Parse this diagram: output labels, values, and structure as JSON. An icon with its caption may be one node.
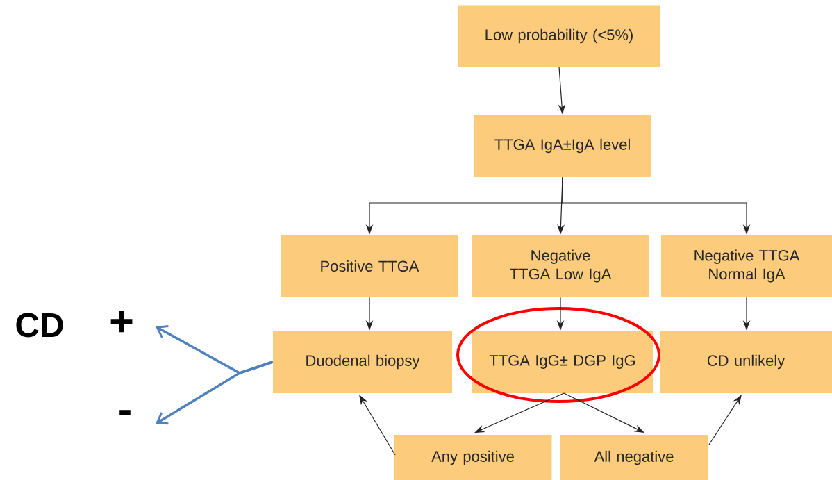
{
  "diagram": {
    "nodes": [
      {
        "text": [
          "Low probability (<5%)"
        ]
      },
      {
        "text": [
          "TTGA IgA±IgA level"
        ]
      },
      {
        "text": [
          "Positive TTGA"
        ]
      },
      {
        "text": [
          "Negative TTGA Low IgA"
        ]
      },
      {
        "text": [
          "Negative TTGA Normal IgA"
        ]
      },
      {
        "text": [
          "Duodenal biopsy"
        ]
      },
      {
        "text": [
          "TTGA IgG± DGP IgG"
        ]
      },
      {
        "text": [
          "CD unlikely"
        ]
      },
      {
        "text": [
          "Any positive"
        ]
      },
      {
        "text": [
          "All negative"
        ]
      },
      {
        "text": [
          "+"
        ]
      },
      {
        "text": [
          "-"
        ]
      }
    ],
    "edges": [
      {
        "from": 0,
        "to": 1,
        "arrow": "to"
      },
      {
        "from": 1,
        "to": 2,
        "arrow": "to"
      },
      {
        "from": 1,
        "to": 3,
        "arrow": "to"
      },
      {
        "from": 1,
        "to": 4,
        "arrow": "to"
      },
      {
        "from": 2,
        "to": 5,
        "arrow": "to"
      },
      {
        "from": 3,
        "to": 6,
        "arrow": "to"
      },
      {
        "from": 4,
        "to": 7,
        "arrow": "to"
      },
      {
        "from": 6,
        "to": 8,
        "arrow": "to"
      },
      {
        "from": 6,
        "to": 9,
        "arrow": "to"
      },
      {
        "from": 8,
        "to": 5,
        "arrow": "to"
      },
      {
        "from": 9,
        "to": 7,
        "arrow": "to"
      },
      {
        "from": 5,
        "to": 10,
        "arrow": "to",
        "style": "thick",
        "color": "#4f81bd"
      },
      {
        "from": 5,
        "to": 11,
        "arrow": "to",
        "style": "thick",
        "color": "#4f81bd"
      }
    ],
    "labels": [
      "CD"
    ]
  }
}
